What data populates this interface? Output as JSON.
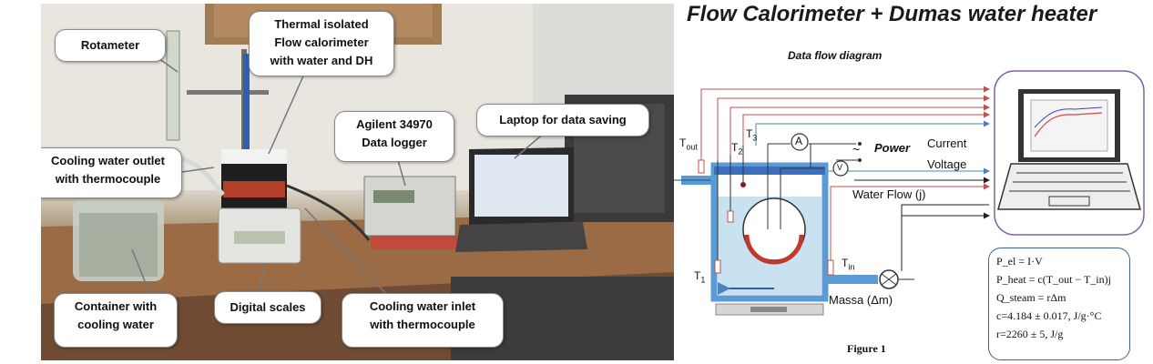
{
  "photo": {
    "callouts": [
      {
        "id": "rotameter",
        "lines": [
          "Rotameter"
        ]
      },
      {
        "id": "calorimeter",
        "lines": [
          "Thermal isolated",
          "Flow calorimeter",
          "with water and DH"
        ]
      },
      {
        "id": "datalogger",
        "lines": [
          "Agilent 34970",
          "Data logger"
        ]
      },
      {
        "id": "laptop",
        "lines": [
          "Laptop for data saving"
        ]
      },
      {
        "id": "outlet",
        "lines": [
          "Cooling water outlet",
          "with thermocouple"
        ]
      },
      {
        "id": "container",
        "lines": [
          "Container with",
          "cooling water"
        ]
      },
      {
        "id": "scales",
        "lines": [
          "Digital scales"
        ]
      },
      {
        "id": "inlet",
        "lines": [
          "Cooling water inlet",
          "with thermocouple"
        ]
      }
    ]
  },
  "diagram": {
    "title": "Flow Calorimeter + Dumas water heater",
    "subtitle": "Data flow diagram",
    "power_label": "Power",
    "current_label": "Current",
    "voltage_label": "Voltage",
    "waterflow_label": "Water Flow (j)",
    "massa_label": "Massa (Δm)",
    "ammeter_symbol": "A",
    "voltmeter_symbol": "V",
    "tilde_symbol": "~",
    "t_out": {
      "main": "T",
      "sub": "out"
    },
    "t2": {
      "main": "T",
      "sub": "2"
    },
    "t3": {
      "main": "T",
      "sub": "3"
    },
    "t_in": {
      "main": "T",
      "sub": "in"
    },
    "t1": {
      "main": "T",
      "sub": "1"
    },
    "figure_label": "Figure 1",
    "equations": {
      "p_el": "P_el = I·V",
      "p_heat": "P_heat = c(T_out − T_in)j",
      "q_steam": "Q_steam = rΔm",
      "c_value": "c=4.184 ± 0.017,  J/g·°C",
      "r_value": "r=2260 ± 5,  J/g"
    },
    "colors": {
      "signal_red": "#c0504d",
      "signal_blue": "#4f81bd",
      "vessel_blue": "#5b9bd5",
      "box_border": "#8064a2"
    }
  }
}
